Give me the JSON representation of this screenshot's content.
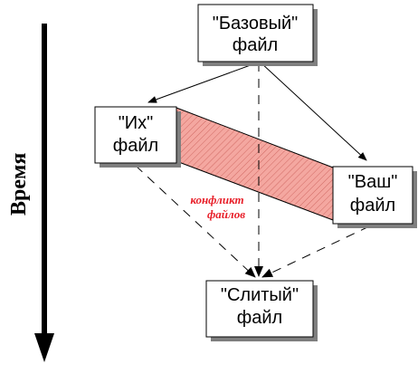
{
  "time_axis": {
    "label": "Время"
  },
  "boxes": {
    "base": {
      "line1": "\"Базовый\"",
      "line2": "файл"
    },
    "theirs": {
      "line1": "\"Их\"",
      "line2": "файл"
    },
    "yours": {
      "line1": "\"Ваш\"",
      "line2": "файл"
    },
    "merged": {
      "line1": "\"Слитый\"",
      "line2": "файл"
    }
  },
  "conflict": {
    "line1": "конфликт",
    "line2": "файлов",
    "color": "#e8202a",
    "fill": "#f4a7a0"
  }
}
